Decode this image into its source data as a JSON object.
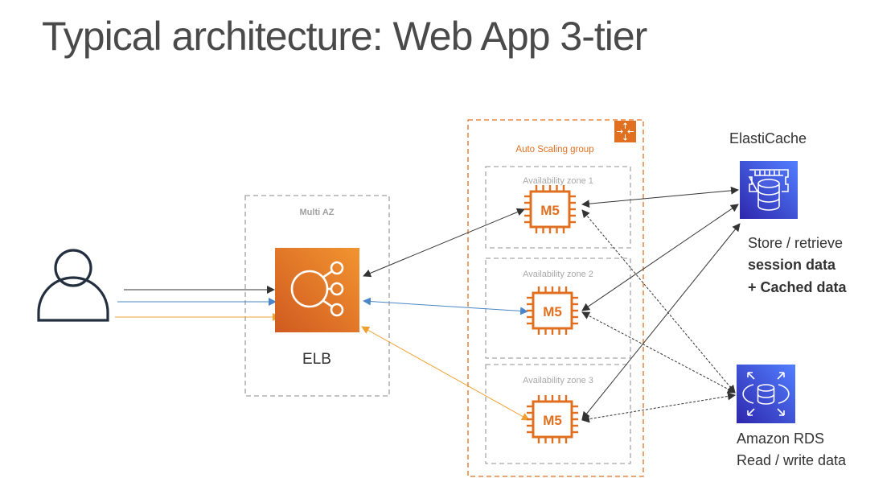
{
  "title": "Typical architecture: Web App 3-tier",
  "multi_az": {
    "label": "Multi AZ"
  },
  "elb": {
    "label": "ELB",
    "icon": "load-balancer-icon",
    "color": "#e07020"
  },
  "asg": {
    "label": "Auto Scaling group",
    "icon": "auto-scaling-icon",
    "color": "#e07020"
  },
  "zones": [
    {
      "label": "Availability zone 1",
      "instance": "M5"
    },
    {
      "label": "Availability zone 2",
      "instance": "M5"
    },
    {
      "label": "Availability zone 3",
      "instance": "M5"
    }
  ],
  "elasticache": {
    "title": "ElastiCache",
    "desc_line1": "Store / retrieve",
    "desc_line2": "session data",
    "desc_line3": "+ Cached data",
    "color": "#3b48cc"
  },
  "rds": {
    "title": "Amazon RDS",
    "desc": "Read / write data",
    "color": "#3b48cc"
  },
  "user": {
    "icon": "user-icon"
  },
  "colors": {
    "black_flow": "#333333",
    "blue_flow": "#4a86c8",
    "orange_flow": "#f0a030"
  }
}
